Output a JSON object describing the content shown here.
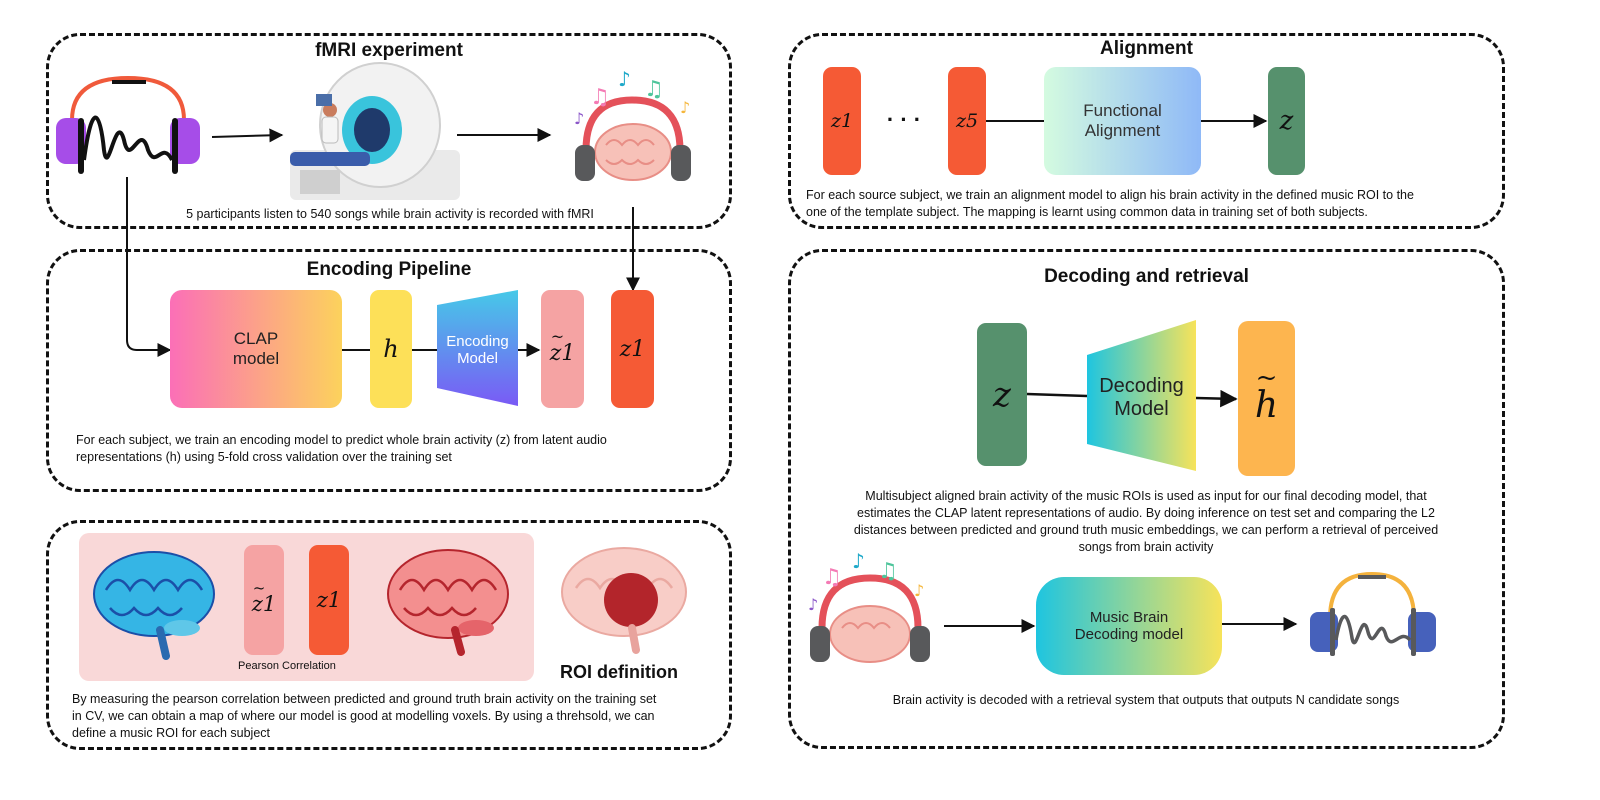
{
  "fmri": {
    "title": "fMRI experiment",
    "caption": "5 participants listen to 540 songs while brain activity is recorded with fMRI"
  },
  "encoding": {
    "title": "Encoding Pipeline",
    "clap_line1": "CLAP",
    "clap_line2": "model",
    "h_symbol": "h",
    "encoder_line1": "Encoding",
    "encoder_line2": "Model",
    "z1_tilde": "z1",
    "z1": "z1",
    "caption_line1": "For each subject, we train an encoding model to predict whole brain activity (z) from latent audio",
    "caption_line2": "representations (h) using 5-fold cross validation over the training set"
  },
  "roi": {
    "z1_tilde": "z1",
    "z1": "z1",
    "pearson_label": "Pearson Correlation",
    "title": "ROI definition",
    "caption_line1": "By measuring the pearson correlation between predicted and ground truth brain activity on the training set",
    "caption_line2": "in CV, we can obtain a map of where our model is good at modelling voxels. By using a threhsold, we can",
    "caption_line3": "define a music ROI for each subject"
  },
  "alignment": {
    "title": "Alignment",
    "z_first": "z1",
    "dots": "· · ·",
    "z_last": "z5",
    "func_line1": "Functional",
    "func_line2": "Alignment",
    "z_out": "z",
    "caption_line1": "For each source subject, we train an alignment model to align his brain activity in the defined music ROI to the",
    "caption_line2": "one of the template subject. The mapping is learnt using common data in training set of both subjects."
  },
  "decoding": {
    "title": "Decoding and retrieval",
    "z_in": "z",
    "decoder_line1": "Decoding",
    "decoder_line2": "Model",
    "h_out": "h",
    "caption_line1": "Multisubject aligned brain activity of the music ROIs is used as input for our final decoding model, that",
    "caption_line2": "estimates the CLAP latent representations of audio. By doing inference on test set and comparing the L2",
    "caption_line3": "distances between predicted and ground truth music embeddings, we can perform a retrieval of perceived",
    "caption_line4": "songs from brain activity",
    "mbd_line1": "Music Brain",
    "mbd_line2": "Decoding model",
    "bottom_caption": "Brain activity is decoded with a retrieval system that outputs that outputs N candidate songs"
  },
  "colors": {
    "orange_red": "#f55a35",
    "pink_light": "#f5a3a3",
    "yellow": "#fde058",
    "green": "#56916d",
    "orange": "#fdb54f",
    "purple": "#a64de8",
    "blue_headphone": "#4661bb"
  }
}
